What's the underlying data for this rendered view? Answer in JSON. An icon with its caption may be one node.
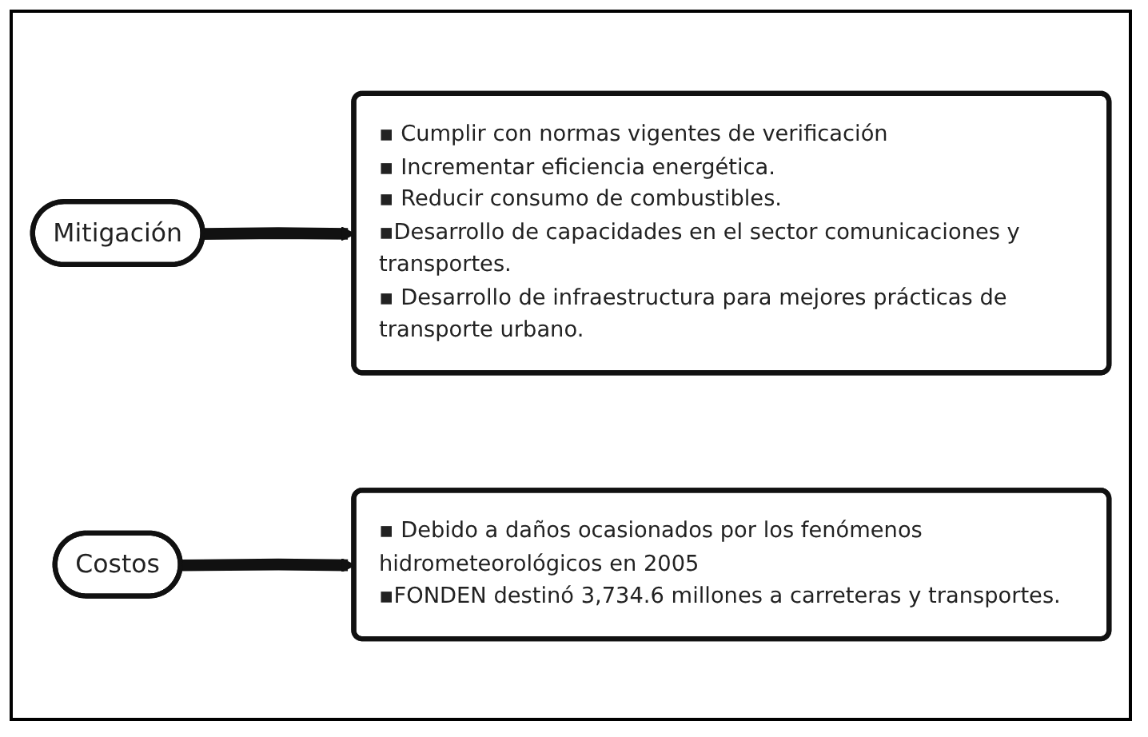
{
  "diagram": {
    "nodes": [
      {
        "text": [
          "Mitigación"
        ]
      },
      {
        "text": [
          "▪ Cumplir con normas vigentes de verificación",
          "▪ Incrementar eficiencia energética.",
          "▪ Reducir consumo de combustibles.",
          "▪Desarrollo de capacidades en el sector comunicaciones y transportes.",
          "▪ Desarrollo de infraestructura para mejores prácticas de transporte urbano."
        ]
      },
      {
        "text": [
          "Costos"
        ]
      },
      {
        "text": [
          "▪ Debido a daños ocasionados por los fenómenos hidrometeorológicos en 2005",
          "▪FONDEN destinó 3,734.6 millones a carreteras y transportes."
        ]
      }
    ],
    "edges": [
      {
        "from": 0,
        "to": 1,
        "arrow": "to"
      },
      {
        "from": 2,
        "to": 3,
        "arrow": "to"
      }
    ]
  }
}
